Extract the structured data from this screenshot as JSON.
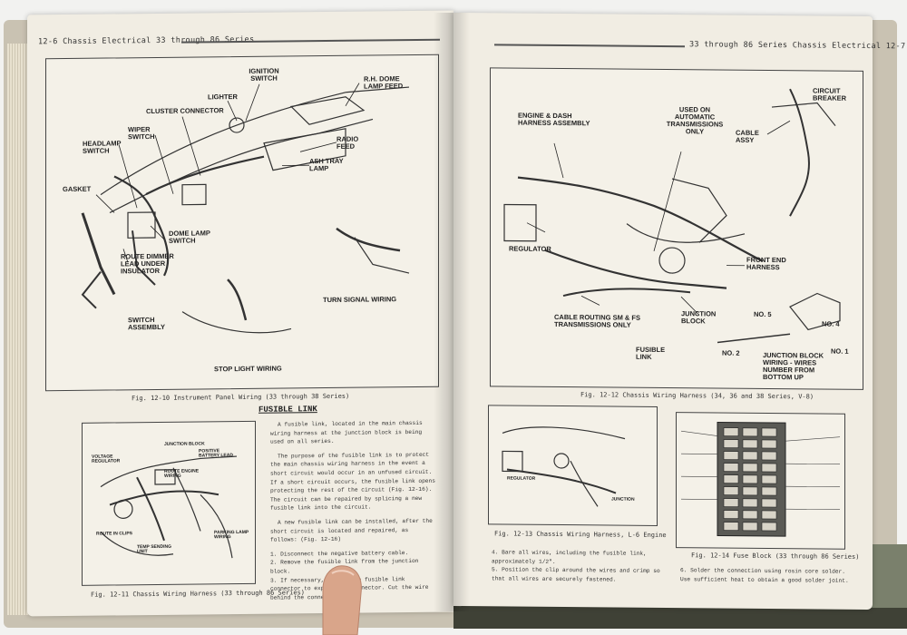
{
  "left_page": {
    "running_head": "12-6   Chassis Electrical   33 through 86 Series",
    "figure_12_10": {
      "callouts": {
        "ignition_switch": "IGNITION SWITCH",
        "lighter": "LIGHTER",
        "cluster_connector": "CLUSTER CONNECTOR",
        "rh_dome_lamp_feed": "R.H. DOME LAMP FEED",
        "wiper_switch": "WIPER SWITCH",
        "headlamp_switch": "HEADLAMP SWITCH",
        "radio_feed": "RADIO FEED",
        "ash_tray_lamp": "ASH TRAY LAMP",
        "gasket": "GASKET",
        "dome_lamp_switch": "DOME LAMP SWITCH",
        "route_dimmer": "ROUTE DIMMER LEAD UNDER INSULATOR",
        "turn_signal_wiring": "TURN SIGNAL WIRING",
        "switch_assembly": "SWITCH ASSEMBLY",
        "stop_light_wiring": "STOP LIGHT WIRING"
      },
      "caption": "Fig. 12-10   Instrument Panel Wiring (33 through 38 Series)"
    },
    "fusible_link": {
      "heading": "FUSIBLE LINK",
      "paragraphs": [
        "A fusible link, located in the main chassis wiring harness at the junction block is being used on all series.",
        "The purpose of the fusible link is to protect the main chassis wiring harness in the event a short circuit would occur in an unfused circuit. If a short circuit occurs, the fusible link opens protecting the rest of the circuit (Fig. 12-16). The circuit can be repaired by splicing a new fusible link into the circuit.",
        "A new fusible link can be installed, after the short circuit is located and repaired, as follows: (Fig. 12-16)"
      ],
      "steps": [
        "1. Disconnect the negative battery cable.",
        "2. Remove the fusible link from the junction block.",
        "3. If necessary, remove the fusible link connector to expose the connector. Cut the wire behind the connector."
      ]
    },
    "figure_12_11": {
      "callouts": {
        "junction_block": "JUNCTION BLOCK",
        "positive_battery_lead": "POSITIVE BATTERY LEAD",
        "voltage_regulator": "VOLTAGE REGULATOR",
        "route_engine_wiring": "ROUTE ENGINE WIRING",
        "route_in_clips": "ROUTE IN CLIPS",
        "temp_sending_unit": "TEMP SENDING UNIT",
        "parking_lamp_wiring": "PARKING LAMP WIRING"
      },
      "caption": "Fig. 12-11   Chassis Wiring Harness (33 through 86 Series)"
    }
  },
  "right_page": {
    "running_head": "33 through 86 Series   Chassis Electrical   12-7",
    "figure_12_12": {
      "callouts": {
        "engine_dash_harness": "ENGINE & DASH HARNESS ASSEMBLY",
        "used_on_automatic": "USED ON AUTOMATIC TRANSMISSIONS ONLY",
        "circuit_breaker": "CIRCUIT BREAKER",
        "cable_assy": "CABLE ASSY",
        "regulator": "REGULATOR",
        "front_end_harness": "FRONT END HARNESS",
        "junction_block": "JUNCTION BLOCK",
        "cable_routing": "CABLE ROUTING SM & FS TRANSMISSIONS ONLY",
        "no5": "NO. 5",
        "no4": "NO. 4",
        "no2": "NO. 2",
        "no1": "NO. 1",
        "fusible_link": "FUSIBLE LINK",
        "junction_block_wiring": "JUNCTION BLOCK WIRING - WIRES NUMBER FROM BOTTOM UP"
      },
      "caption": "Fig. 12-12   Chassis Wiring Harness (34, 36 and 38 Series, V-8)"
    },
    "figure_12_13": {
      "callouts": {
        "regulator": "REGULATOR",
        "junction": "JUNCTION"
      },
      "caption": "Fig. 12-13   Chassis Wiring Harness, L-6 Engine"
    },
    "figure_12_14": {
      "caption": "Fig. 12-14   Fuse Block (33 through 86 Series)"
    },
    "steps_left": [
      "4. Bare all wires, including the fusible link, approximately 1/2\".",
      "5. Position the clip around the wires and crimp so that all wires are securely fastened."
    ],
    "steps_right": [
      "6. Solder the connection using rosin core solder. Use sufficient heat to obtain a good solder joint."
    ]
  },
  "colors": {
    "paper": "#f1ede3",
    "ink": "#2b2b2b",
    "binding": "#3f4136",
    "skin": "#d9a58a"
  }
}
